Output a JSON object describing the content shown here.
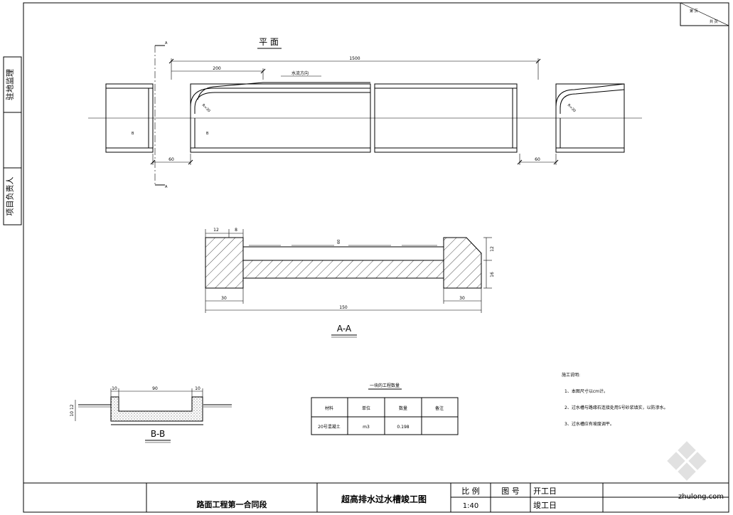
{
  "side_block": {
    "label_top": "驻地监理",
    "label_bottom": "项目负责人"
  },
  "corner_block": {
    "label_1": "第 页",
    "label_2": "共 页"
  },
  "plan_view": {
    "title": "平 面",
    "section_mark": "A",
    "section_mark_b": "B",
    "dim_total": "1500",
    "dim_200": "200",
    "flow_label": "水流方向",
    "dim_left": "60",
    "dim_right": "60",
    "curve_label": "R=30"
  },
  "section_aa": {
    "title": "A-A",
    "dim_12": "12",
    "dim_8": "8",
    "dim_30_left": "30",
    "dim_30_right": "30",
    "dim_150": "150",
    "dim_right_12": "12",
    "dim_right_16": "16",
    "center_label": "60"
  },
  "section_bb": {
    "title": "B-B",
    "dim_10_left": "10",
    "dim_90": "90",
    "dim_10_right": "10",
    "dim_vert": "10 12"
  },
  "quantity_table": {
    "caption": "一块的工程数量",
    "headers": [
      "材料",
      "单位",
      "数量",
      "备注"
    ],
    "rows": [
      [
        "20号混凝土",
        "m3",
        "0.198",
        ""
      ]
    ]
  },
  "notes": {
    "title": "施工说明:",
    "items": [
      "1、本图尺寸以cm计。",
      "2、过水槽与路缘石连接处用5号砂浆填实，以防渗水。",
      "3、过水槽应有坡度调平。"
    ]
  },
  "title_block": {
    "project": "路面工程第一合同段",
    "drawing_title": "超高排水过水槽竣工图",
    "scale_label": "比 例",
    "scale_value": "1:40",
    "drawing_no_label": "图 号",
    "start_label": "开工日",
    "end_label": "竣工日"
  },
  "watermark": {
    "text": "zhulong.com"
  }
}
